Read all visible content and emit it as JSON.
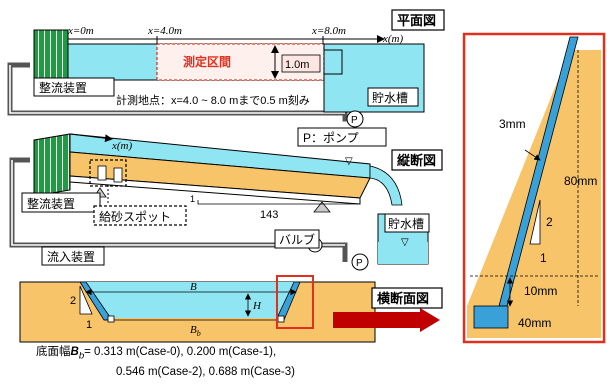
{
  "plan": {
    "title": "平面図",
    "x0": "x=0m",
    "x4": "x=4.0m",
    "x8": "x=8.0m",
    "x_axis": "x(m)",
    "measure_zone": "測定区間",
    "width": "1.0m",
    "flow_device": "整流装置",
    "tank": "貯水槽",
    "measure_points": "計測地点：x=4.0 ~ 8.0 mまで0.5 m刻み",
    "pump_marker": "P",
    "pump_legend": "P：ポンプ"
  },
  "profile": {
    "title": "縦断図",
    "x_axis": "x(m)",
    "flow_device": "整流装置",
    "sand_supply": "給砂スポット",
    "slope_value": "1",
    "slope_run": "143",
    "tank": "貯水槽",
    "valve": "バルブ",
    "inflow_device": "流入装置",
    "pump_marker": "P",
    "water_symbol": "▽"
  },
  "cross": {
    "title": "横断面図",
    "B": "B",
    "H": "H",
    "Bb": "B",
    "Bb_sub": "b",
    "slope_v": "2",
    "slope_h": "1"
  },
  "detail": {
    "thickness": "3mm",
    "height": "80mm",
    "slope_v": "2",
    "slope_h": "1",
    "base_h": "10mm",
    "base_w": "40mm"
  },
  "caption": {
    "line1_prefix": "底面幅",
    "line1_sym": "B",
    "line1_sub": "b",
    "line1_values": "= 0.313 m(Case-0), 0.200 m(Case-1),",
    "line2": "0.546 m(Case-2), 0.688 m(Case-3)"
  },
  "colors": {
    "water": "#8fe6f2",
    "sand": "#f7c46a",
    "screen": "#1f9a46",
    "frame_red": "#e0301e",
    "pipe": "#555555",
    "wall_blue": "#3aa0d8"
  }
}
